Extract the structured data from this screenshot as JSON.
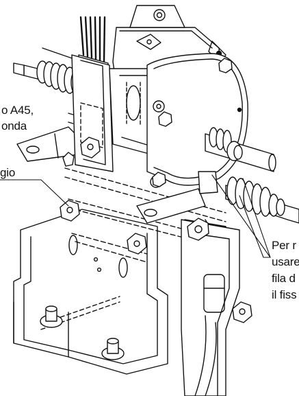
{
  "figure": {
    "callouts": {
      "left_a_line1": "o A45,",
      "left_a_line2": "onda",
      "left_b": "gio",
      "right_line1": "Per r",
      "right_line2": "usare",
      "right_line3": "fila d",
      "right_line4": "il fiss"
    }
  },
  "colors": {
    "ink": "#111111",
    "paper": "#ffffff",
    "shade": "#e6e6e6"
  }
}
